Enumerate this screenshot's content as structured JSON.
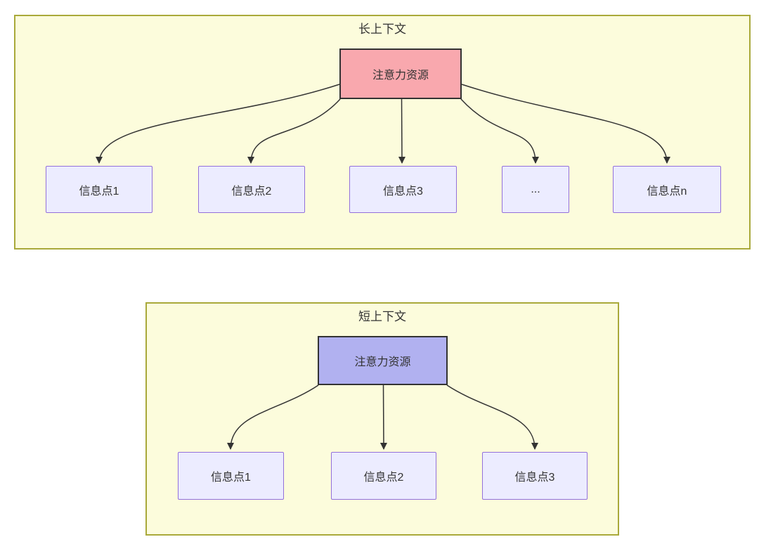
{
  "colors": {
    "page_background": "#ffffff",
    "container_fill": "#fcfcdc",
    "container_border": "#a9a93a",
    "attention_long_fill": "#f9a8ae",
    "attention_short_fill": "#b1b1f0",
    "attention_border": "#333333",
    "info_fill": "#ececff",
    "info_border": "#9370db",
    "arrow": "#333333",
    "text": "#333333"
  },
  "long_context": {
    "title": "长上下文",
    "attention_label": "注意力资源",
    "info_points": [
      {
        "label": "信息点1"
      },
      {
        "label": "信息点2"
      },
      {
        "label": "信息点3"
      },
      {
        "label": "..."
      },
      {
        "label": "信息点n"
      }
    ]
  },
  "short_context": {
    "title": "短上下文",
    "attention_label": "注意力资源",
    "info_points": [
      {
        "label": "信息点1"
      },
      {
        "label": "信息点2"
      },
      {
        "label": "信息点3"
      }
    ]
  }
}
